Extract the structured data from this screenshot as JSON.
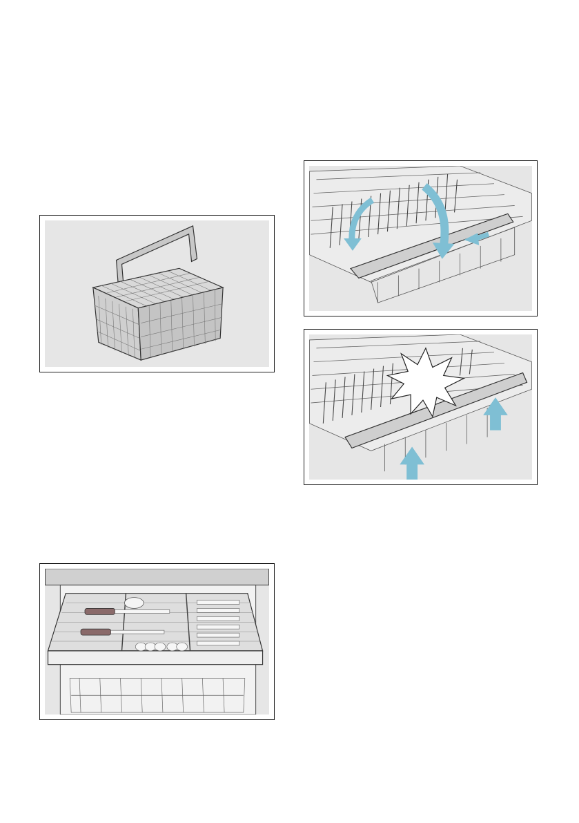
{
  "figures": [
    {
      "id": "cutlery-basket",
      "description": ""
    },
    {
      "id": "cutlery-drawer",
      "description": ""
    },
    {
      "id": "rack-fold-down",
      "description": ""
    },
    {
      "id": "rack-fold-up",
      "description": ""
    }
  ],
  "colors": {
    "panel": "#e6e6e6",
    "outline": "#1a1a1a",
    "arrow": "#7fbfd4",
    "rack_line": "#555555"
  }
}
